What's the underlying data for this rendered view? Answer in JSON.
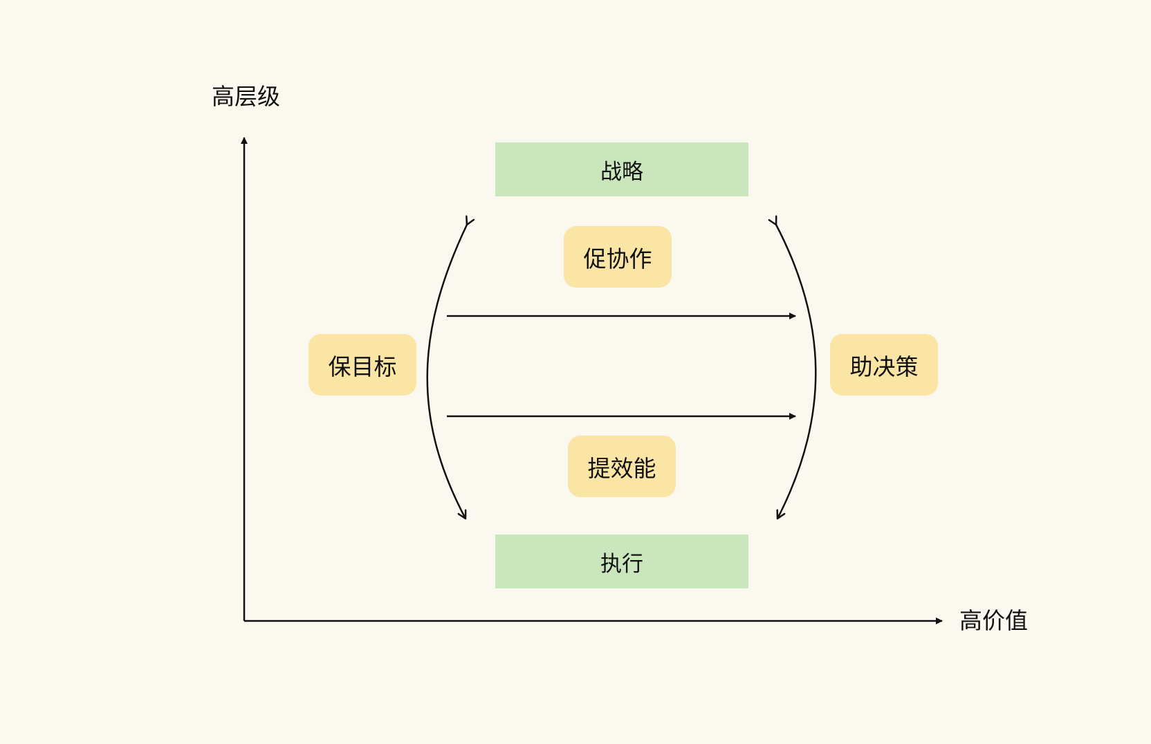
{
  "axes": {
    "y_label": "高层级",
    "x_label": "高价值"
  },
  "levels": {
    "top": "战略",
    "bottom": "执行"
  },
  "pills": {
    "upper": "促协作",
    "left": "保目标",
    "right": "助决策",
    "lower": "提效能"
  },
  "colors": {
    "background": "#faf8ef",
    "level_fill": "#c9e6bd",
    "pill_fill": "#fbe5a4",
    "stroke": "#111111"
  }
}
